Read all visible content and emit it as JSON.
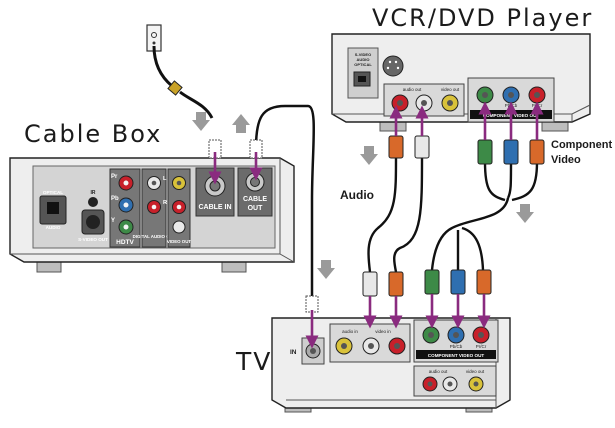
{
  "devices": {
    "vcr_dvd": "VCR/DVD Player",
    "cable_box": "Cable Box",
    "tv": "TV"
  },
  "callouts": {
    "audio": "Audio",
    "component_line1": "Component",
    "component_line2": "Video"
  },
  "cable_box_panel": {
    "optical": "OPTICAL",
    "audio": "AUDIO",
    "ir": "IR",
    "s_video_out": "S-VIDEO OUT",
    "pr": "Pr",
    "pb": "Pb",
    "y": "Y",
    "hdtv": "HDTV",
    "l": "L",
    "r": "R",
    "digital_audio_out": "DIGITAL AUDIO OUT",
    "video_out": "VIDEO OUT",
    "cable_in": "CABLE IN",
    "cable_out": "CABLE OUT"
  },
  "vcr_panel": {
    "svideo_optical": "S-VIDEO AUDIO OPTICAL",
    "audio_out": "audio out",
    "video_out": "video out",
    "y": "Y",
    "pb_cb": "Pb/Cb",
    "pr_cr": "Pr/Cr",
    "component_video_out": "COMPONENT VIDEO OUT"
  },
  "tv_panel": {
    "in": "IN",
    "audio_in": "audio in",
    "video_in": "video in",
    "y": "Y",
    "pb_cb": "Pb/Cb",
    "pr_cr": "Pr/Cr",
    "component_video_out": "COMPONENT VIDEO OUT",
    "audio_out": "audio out",
    "video_out": "video out"
  },
  "colors": {
    "cable_purple": "#8a2b7f",
    "red_plug": "#c8202a",
    "white_plug": "#e8e8e8",
    "orange_plug": "#d8692a",
    "yellow_plug": "#d9c23a",
    "green_plug": "#3d8a47",
    "blue_plug": "#2f6fb0",
    "device_body": "#eeeeee",
    "panel": "#d4d4d4",
    "arrow_gray": "#9a9a9a"
  }
}
